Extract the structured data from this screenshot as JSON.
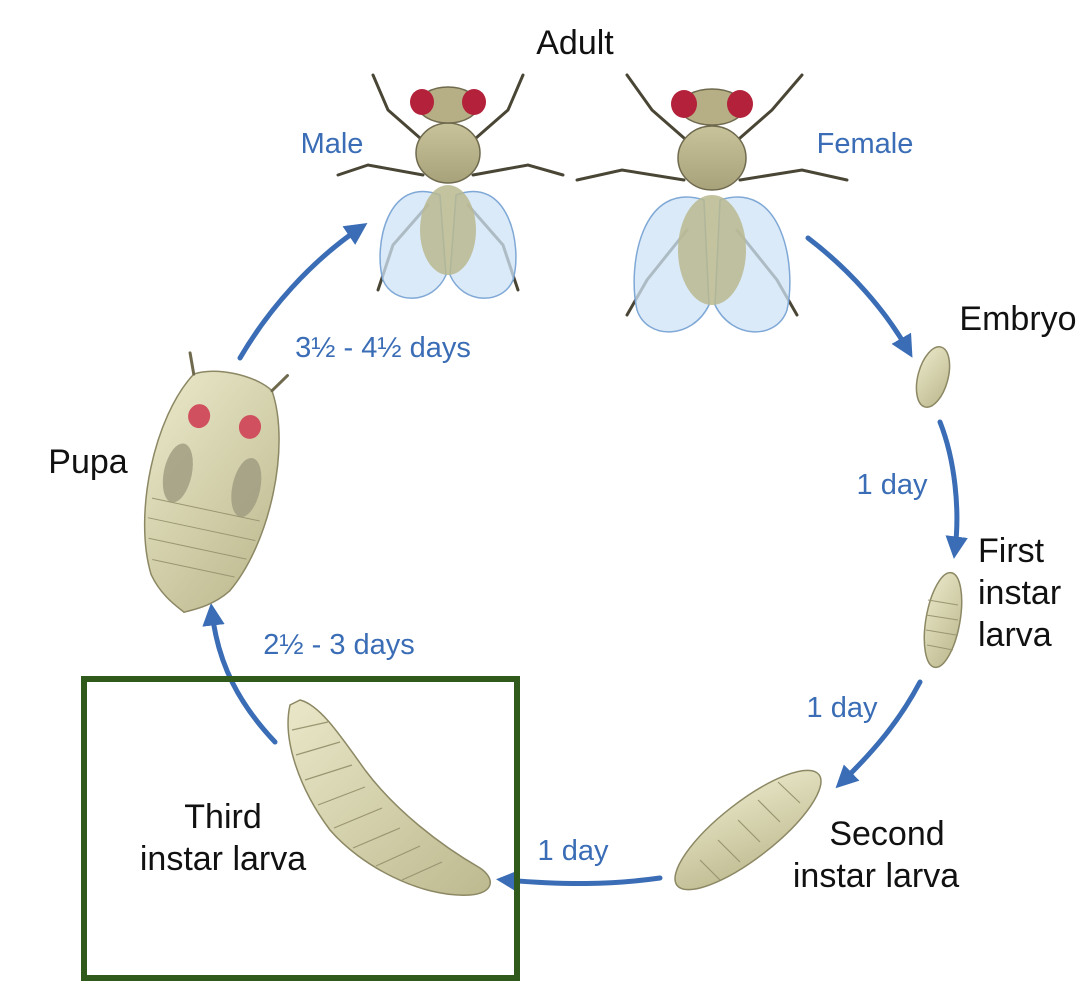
{
  "stages": {
    "adult": "Adult",
    "embryo": "Embryo",
    "first_instar": [
      "First",
      "instar",
      "larva"
    ],
    "second_instar": [
      "Second",
      "instar larva"
    ],
    "third_instar": [
      "Third",
      "instar larva"
    ],
    "pupa": "Pupa"
  },
  "sexes": {
    "male": "Male",
    "female": "Female"
  },
  "durations": {
    "pupa_to_adult": "3½ - 4½ days",
    "embryo_to_first": "1 day",
    "first_to_second": "1 day",
    "second_to_third": "1 day",
    "third_to_pupa": "2½ - 3 days"
  },
  "highlight": {
    "target": "third-instar-larva",
    "color": "#2f5a1c"
  },
  "colors": {
    "arrow": "#3a6db5",
    "label_blue": "#3a6db5",
    "body_tan": "#cfcda6",
    "eye_red": "#b3213a",
    "wing": "#cfe3f6"
  },
  "icons": [
    "fly-male-icon",
    "fly-female-icon",
    "embryo-icon",
    "first-instar-larva-icon",
    "second-instar-larva-icon",
    "third-instar-larva-icon",
    "pupa-icon"
  ]
}
